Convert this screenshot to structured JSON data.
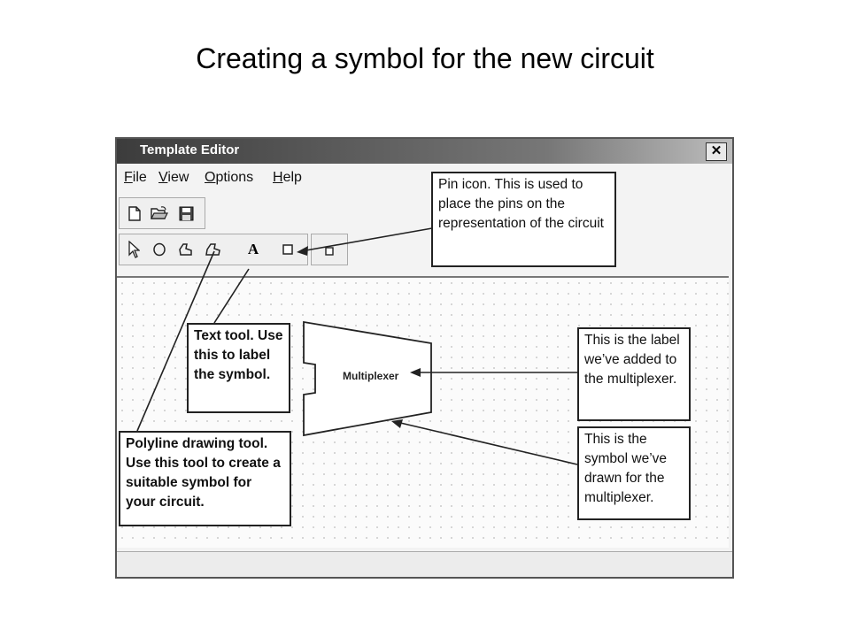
{
  "slide": {
    "title": "Creating a symbol for the new circuit"
  },
  "window": {
    "title": "Template Editor",
    "close_glyph": "✕",
    "menu": [
      {
        "accel": "F",
        "rest": "ile"
      },
      {
        "accel": "V",
        "rest": "iew"
      },
      {
        "accel": "O",
        "rest": "ptions"
      },
      {
        "accel": "H",
        "rest": "elp"
      }
    ],
    "file_toolbar_icons": [
      "new-file-icon",
      "open-folder-icon",
      "save-disk-icon"
    ],
    "draw_toolbar_icons": [
      "pointer-icon",
      "circle-icon",
      "polygon-icon",
      "polyline-icon",
      "text-tool-icon",
      "pin-icon"
    ],
    "text_tool_glyph": "A",
    "symbol_label": "Multiplexer"
  },
  "callouts": {
    "pin": "Pin icon. This is used to place the pins on the representation of the circuit",
    "text_tool": "Text tool. Use this to label the symbol.",
    "polyline": "Polyline drawing tool. Use this tool to create a suitable symbol for your circuit.",
    "label": "This is the label we’ve added to the multiplexer.",
    "symbol": "This is the symbol we’ve drawn for the multiplexer."
  }
}
